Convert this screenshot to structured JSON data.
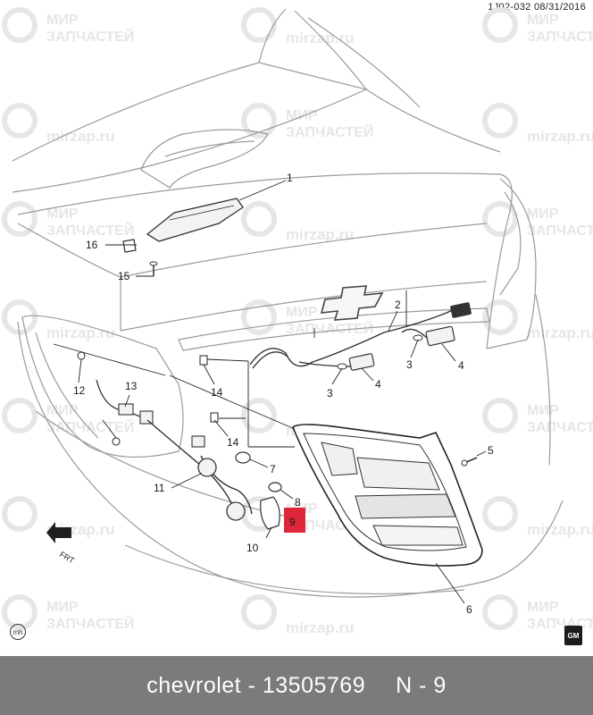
{
  "header": {
    "reference": "1J02-032  08/31/2016"
  },
  "watermarks": {
    "brand_ru": "МИР",
    "brand_ru2": "ЗАПЧАСТЕЙ",
    "domain": "mirzap.ru"
  },
  "callouts": {
    "c1": "1",
    "c2": "2",
    "c3a": "3",
    "c3b": "3",
    "c4a": "4",
    "c4b": "4",
    "c5": "5",
    "c6": "6",
    "c7": "7",
    "c8": "8",
    "c9": "9",
    "c10": "10",
    "c11": "11",
    "c12": "12",
    "c13": "13",
    "c14a": "14",
    "c14b": "14",
    "c15": "15",
    "c16": "16"
  },
  "highlight_color": "#e0263a",
  "direction_label": "FRT",
  "corner_logos": {
    "left": "mh",
    "right": "GM"
  },
  "footer": {
    "brand": "chevrolet",
    "separator": "-",
    "part_number": "13505769",
    "code": "N - 9"
  }
}
